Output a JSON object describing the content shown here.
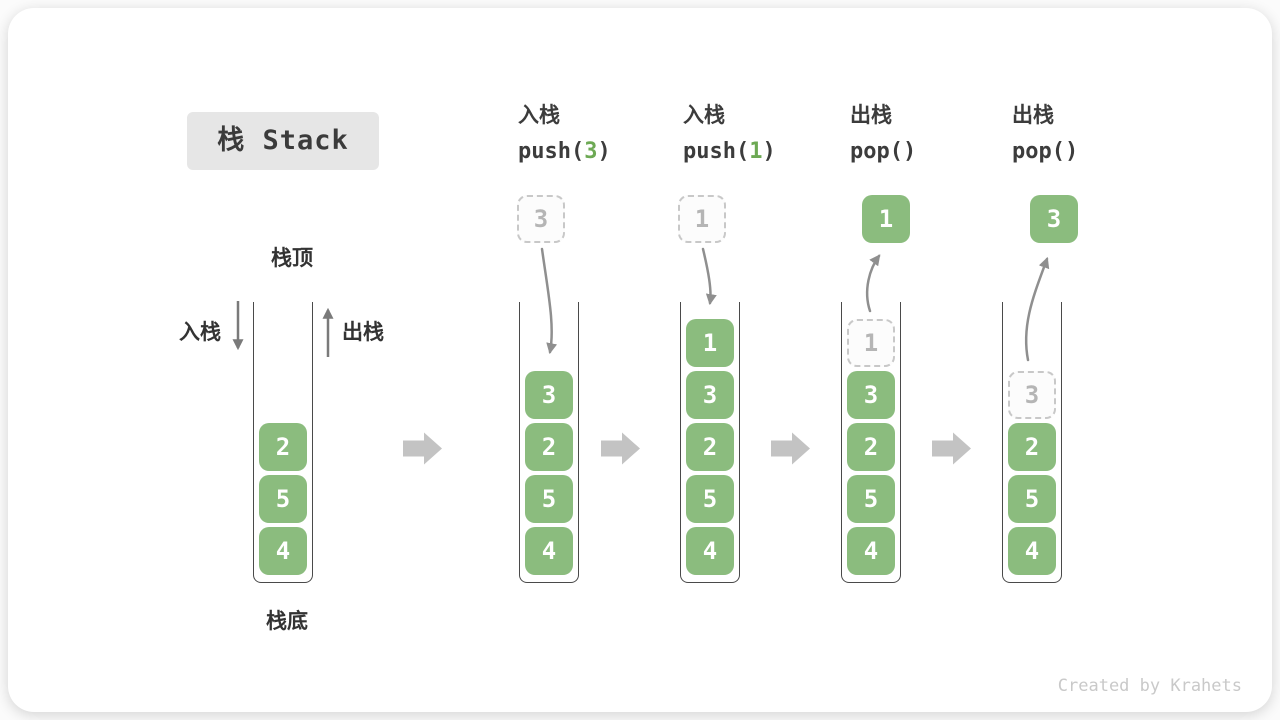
{
  "title": "栈 Stack",
  "watermark": "Created by Krahets",
  "colors": {
    "item_green": "#8bbc7e",
    "code_arg_green": "#6da954",
    "badge_gray": "#e6e6e6",
    "step_arrow_gray": "#c3c3c3",
    "flow_arrow_gray": "#8f8f8f",
    "ghost_gray": "#c8c8c8"
  },
  "stack_labels": {
    "top": "栈顶",
    "bottom": "栈底",
    "push": "入栈",
    "pop": "出栈"
  },
  "columns": [
    {
      "label": "入栈",
      "code_pre": "push(",
      "code_arg": "3",
      "code_post": ")"
    },
    {
      "label": "入栈",
      "code_pre": "push(",
      "code_arg": "1",
      "code_post": ")"
    },
    {
      "label": "出栈",
      "code_pre": "pop(",
      "code_arg": "",
      "code_post": ")"
    },
    {
      "label": "出栈",
      "code_pre": "pop(",
      "code_arg": "",
      "code_post": ")"
    }
  ],
  "floating_values": {
    "push_3": "3",
    "push_1": "1",
    "pop_1": "1",
    "pop_2": "3"
  },
  "stacks": {
    "initial": {
      "items": [
        "2",
        "5",
        "4"
      ]
    },
    "after_push_3": {
      "items": [
        "3",
        "2",
        "5",
        "4"
      ]
    },
    "after_push_1": {
      "items": [
        "1",
        "3",
        "2",
        "5",
        "4"
      ]
    },
    "after_pop_1": {
      "ghost": "1",
      "items": [
        "3",
        "2",
        "5",
        "4"
      ]
    },
    "after_pop_2": {
      "ghost": "3",
      "items": [
        "2",
        "5",
        "4"
      ]
    }
  }
}
